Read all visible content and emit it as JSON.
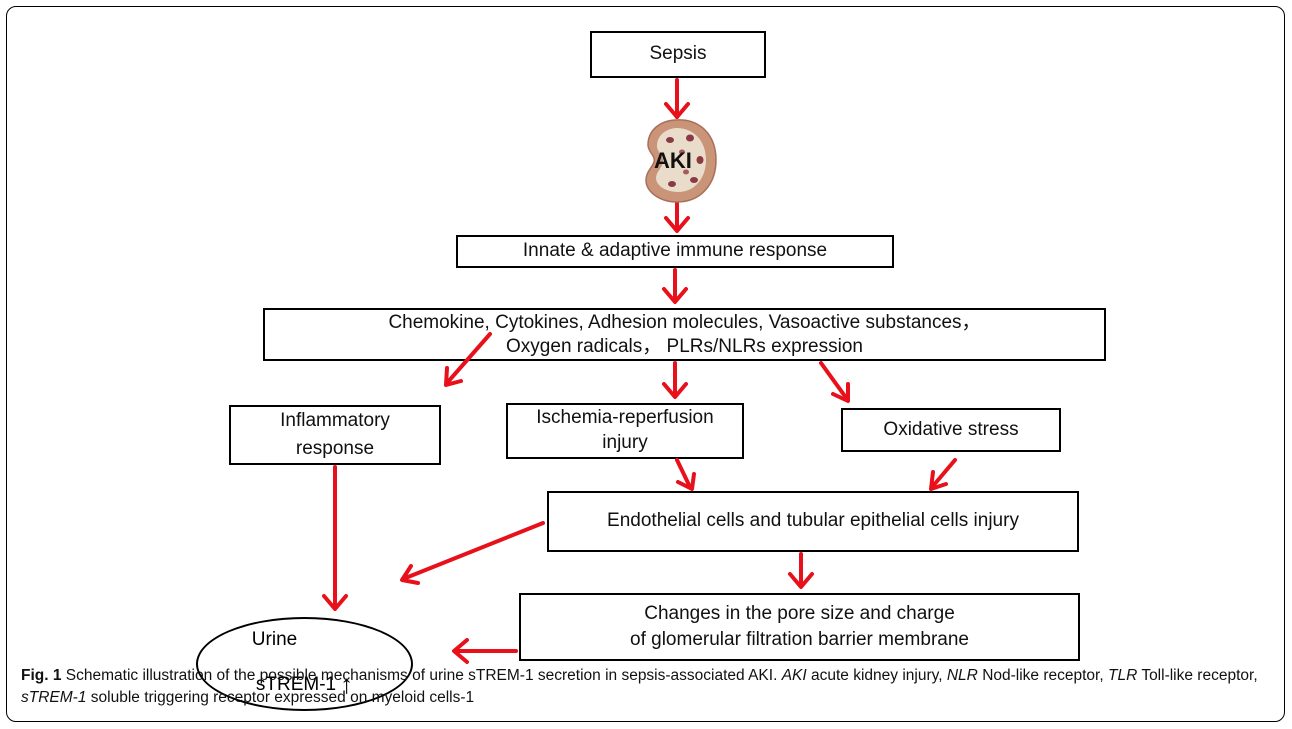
{
  "nodes": {
    "sepsis": "Sepsis",
    "aki": "AKI",
    "immune": "Innate & adaptive immune response",
    "mediators_line1": "Chemokine, Cytokines, Adhesion molecules, Vasoactive substances，",
    "mediators_line2": "Oxygen radicals， PLRs/NLRs expression",
    "inflammatory_line1": "Inflammatory",
    "inflammatory_line2": "response",
    "ischemia_line1": "Ischemia-reperfusion",
    "ischemia_line2": "injury",
    "oxidative": "Oxidative stress",
    "endothelial": "Endothelial cells and tubular epithelial cells injury",
    "changes_line1": "Changes in the pore size and charge",
    "changes_line2": "of glomerular filtration barrier membrane",
    "urine_line1": "Urine",
    "urine_line2": "sTREM-1",
    "urine_arrow": "↑"
  },
  "caption": {
    "label": "Fig. 1",
    "text": "Schematic illustration of the possible mechanisms of urine sTREM-1 secretion in sepsis-associated AKI.",
    "abbr": [
      {
        "term": "AKI",
        "def": "acute kidney injury"
      },
      {
        "term": "NLR",
        "def": "Nod-like receptor"
      },
      {
        "term": "TLR",
        "def": "Toll-like receptor"
      },
      {
        "term": "sTREM-1",
        "def": "soluble triggering receptor expressed on myeloid cells-1"
      }
    ]
  },
  "colors": {
    "arrow": "#e8101a",
    "border": "#000000",
    "kidney_outer": "#c99478",
    "kidney_inner": "#eadccb",
    "kidney_spots": "#8a3a42"
  }
}
